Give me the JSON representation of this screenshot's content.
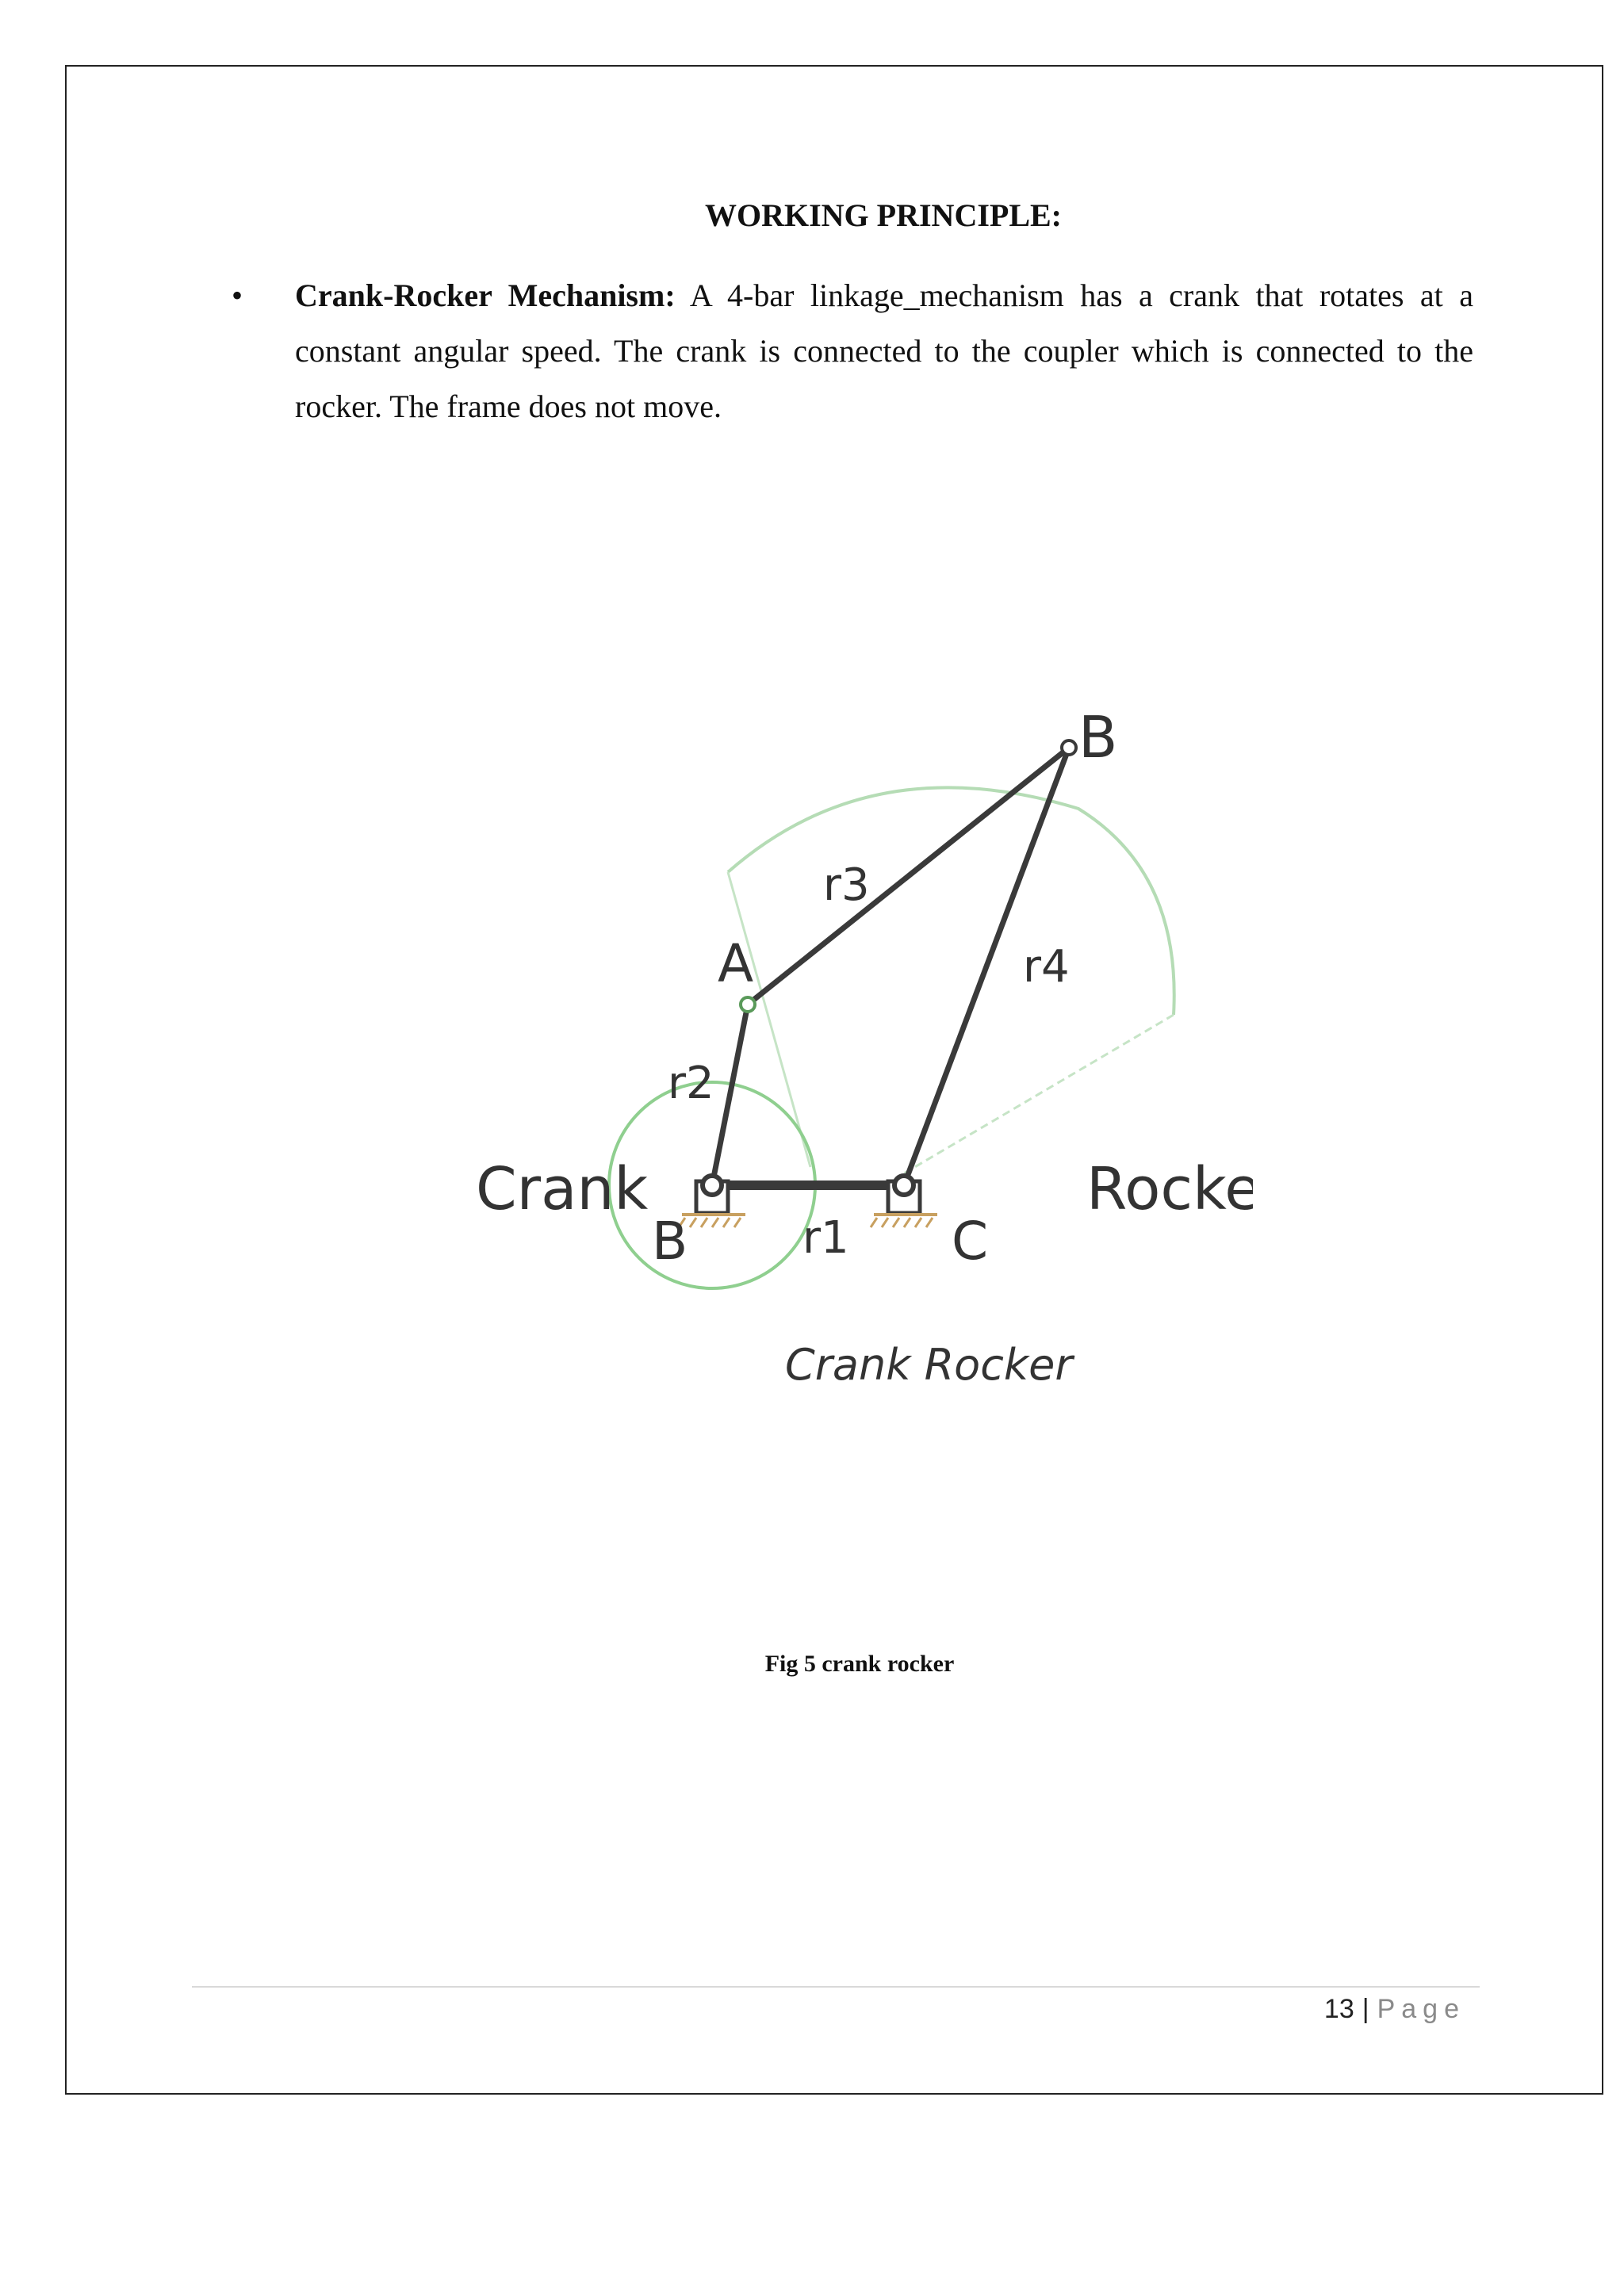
{
  "heading": "WORKING PRINCIPLE:",
  "bullet": {
    "mark": "•",
    "term": "Crank-Rocker Mechanism:",
    "text": " A 4-bar linkage_mechanism has a crank that rotates at a constant angular speed.  The crank is connected to the coupler which is connected to the rocker.  The frame does not move."
  },
  "figure": {
    "labels": {
      "point_b_top": "B",
      "point_a": "A",
      "r3": "r3",
      "r4": "r4",
      "r2": "r2",
      "crank": "Crank",
      "rocker": "Rocker",
      "point_b_bottom": "B",
      "r1": "r1",
      "point_c": "C",
      "title": "Crank Rocker"
    },
    "colors": {
      "link": "#3a3a3a",
      "path": "#8fcf8f",
      "arc": "#b5dcb5"
    }
  },
  "caption": "Fig 5 crank rocker",
  "footer": {
    "page_number": "13",
    "separator": "|",
    "page_word": "Page"
  }
}
